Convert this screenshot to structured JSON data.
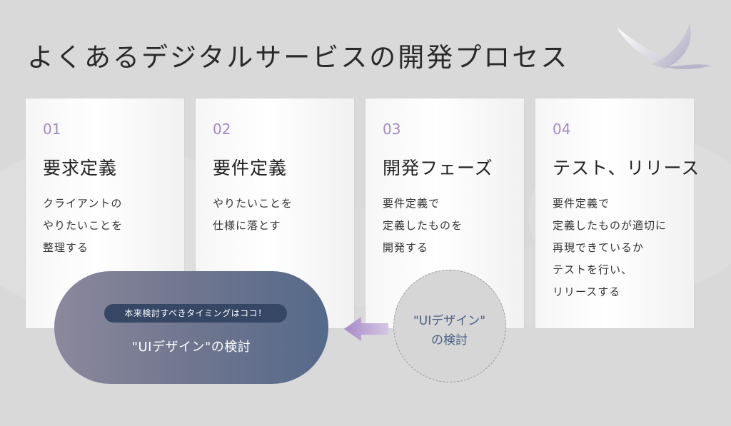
{
  "title": "よくあるデジタルサービスの開発プロセス",
  "steps": [
    {
      "num": "01",
      "title": "要求定義",
      "desc": "クライアントの\nやりたいことを\n整理する"
    },
    {
      "num": "02",
      "title": "要件定義",
      "desc": "やりたいことを\n仕様に落とす"
    },
    {
      "num": "03",
      "title": "開発フェーズ",
      "desc": "要件定義で\n定義したものを\n開発する"
    },
    {
      "num": "04",
      "title": "テスト、リリース",
      "desc": "要件定義で\n定義したものが適切に\n再現できているか\nテストを行い、\nリリースする"
    }
  ],
  "pill": {
    "badge": "本来検討すべきタイミングはココ！",
    "text": "\"UIデザイン\"の検討"
  },
  "circle": {
    "text": "\"UIデザイン\"\nの検討"
  },
  "colors": {
    "accent": "#a48ac2",
    "pill_start": "#8c889c",
    "pill_end": "#55698a",
    "badge": "#364766",
    "circle_text": "#4a5f85"
  },
  "icons": {
    "logo": "bird-logo",
    "arrow": "left-arrow"
  }
}
